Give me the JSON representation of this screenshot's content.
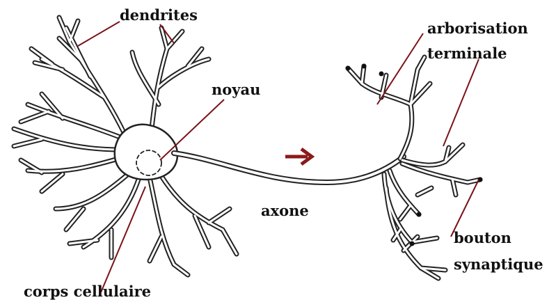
{
  "labels": {
    "dendrites": "dendrites",
    "noyau": "noyau",
    "arborisation": "arborisation",
    "terminale": "terminale",
    "axone": "axone",
    "bouton": "bouton",
    "synaptique": "synaptique",
    "corps": "corps cellulaire"
  },
  "colors": {
    "outline": "#222222",
    "leader": "#7a1218",
    "arrow": "#8b1a1a",
    "fill": "#ffffff"
  }
}
